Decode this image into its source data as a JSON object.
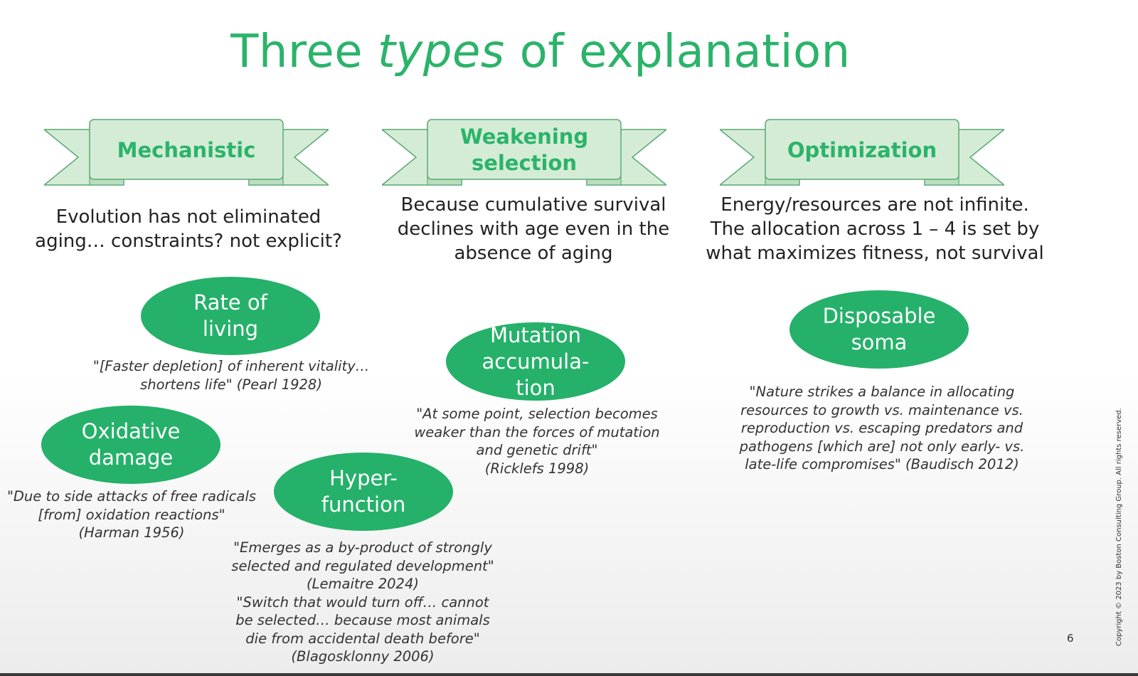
{
  "title": {
    "pre": "Three ",
    "em": "types",
    "post": " of explanation"
  },
  "colors": {
    "accent_green": "#2bb36a",
    "ellipse_green": "#25b16a",
    "banner_fill": "#d4ecd6",
    "banner_stroke": "#5aa874"
  },
  "columns": [
    {
      "banner": "Mechanistic",
      "description": "Evolution has not eliminated\naging… constraints? not explicit?"
    },
    {
      "banner": "Weakening\nselection",
      "description": "Because cumulative survival\ndeclines with age even in the\nabsence of aging"
    },
    {
      "banner": "Optimization",
      "description": "Energy/resources are not infinite.\nThe allocation across 1 – 4 is set by\nwhat maximizes fitness, not survival"
    }
  ],
  "concepts": {
    "rate_of_living": {
      "label": "Rate of\nliving",
      "quote": "\"[Faster depletion] of inherent vitality…\nshortens life\" (Pearl 1928)"
    },
    "oxidative_damage": {
      "label": "Oxidative\ndamage",
      "quote": "\"Due to side attacks of free radicals\n[from] oxidation reactions\"\n(Harman 1956)"
    },
    "hyperfunction": {
      "label": "Hyper-\nfunction",
      "quote": "\"Emerges as a by-product of strongly\nselected and regulated development\"\n(Lemaitre 2024)\n\"Switch that would turn off… cannot\nbe selected… because most animals\ndie from accidental death before\"\n(Blagosklonny 2006)"
    },
    "mutation_accumulation": {
      "label": "Mutation\naccumula-\ntion",
      "quote": "\"At some point, selection becomes\nweaker than the forces of mutation\nand genetic drift\"\n(Ricklefs 1998)"
    },
    "disposable_soma": {
      "label": "Disposable\nsoma",
      "quote": "\"Nature strikes a balance in allocating\nresources to growth vs. maintenance vs.\nreproduction vs. escaping predators and\npathogens [which are] not only early- vs.\nlate-life compromises\" (Baudisch 2012)"
    }
  },
  "copyright": "Copyright © 2023 by Boston Consulting Group. All rights reserved.",
  "page_number": "6"
}
